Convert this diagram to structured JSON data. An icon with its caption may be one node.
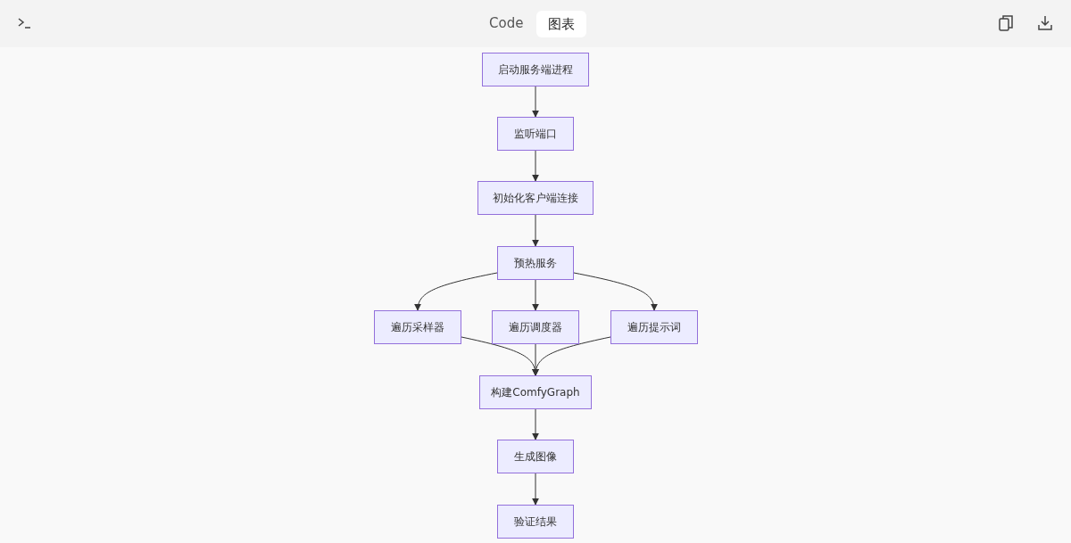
{
  "diagram": {
    "nodes": [
      {
        "text": [
          "启动服务端进程"
        ]
      },
      {
        "text": [
          "监听端口"
        ]
      },
      {
        "text": [
          "初始化客户端连接"
        ]
      },
      {
        "text": [
          "预热服务"
        ]
      },
      {
        "text": [
          "遍历采样器"
        ]
      },
      {
        "text": [
          "遍历调度器"
        ]
      },
      {
        "text": [
          "遍历提示词"
        ]
      },
      {
        "text": [
          "构建ComfyGraph"
        ]
      },
      {
        "text": [
          "生成图像"
        ]
      },
      {
        "text": [
          "验证结果"
        ]
      }
    ],
    "edges": [
      {
        "from": 0,
        "to": 1,
        "arrow": "to"
      },
      {
        "from": 1,
        "to": 2,
        "arrow": "to"
      },
      {
        "from": 2,
        "to": 3,
        "arrow": "to"
      },
      {
        "from": 3,
        "to": 4,
        "arrow": "to"
      },
      {
        "from": 3,
        "to": 5,
        "arrow": "to"
      },
      {
        "from": 3,
        "to": 6,
        "arrow": "to"
      },
      {
        "from": 4,
        "to": 7,
        "arrow": "to"
      },
      {
        "from": 5,
        "to": 7,
        "arrow": "to"
      },
      {
        "from": 6,
        "to": 7,
        "arrow": "to"
      },
      {
        "from": 7,
        "to": 8,
        "arrow": "to"
      },
      {
        "from": 8,
        "to": 9,
        "arrow": "to"
      }
    ],
    "labels": [
      "Code",
      "图表"
    ]
  }
}
